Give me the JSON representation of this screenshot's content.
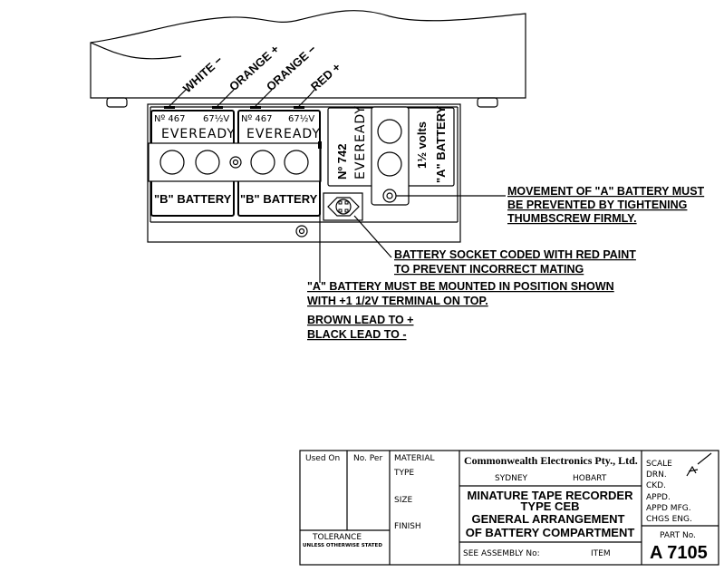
{
  "wire_labels": {
    "white": "WHITE −",
    "orange_plus": "ORANGE +",
    "orange_minus": "ORANGE −",
    "red": "RED +"
  },
  "b_battery": {
    "number": "Nº 467",
    "voltage": "67½V",
    "brand": "EVEREADY",
    "label": "\"B\" BATTERY"
  },
  "a_battery": {
    "number": "Nº 742",
    "brand": "EVEREADY",
    "voltage": "1½ volts",
    "label": "\"A\" BATTERY"
  },
  "notes": {
    "movement": [
      "MOVEMENT OF \"A\" BATTERY MUST",
      "BE PREVENTED BY TIGHTENING",
      "THUMBSCREW FIRMLY."
    ],
    "socket": [
      "BATTERY SOCKET CODED WITH RED PAINT",
      "TO PREVENT INCORRECT MATING"
    ],
    "mounting": [
      "\"A\" BATTERY MUST BE MOUNTED IN POSITION SHOWN",
      "WITH  +1 1/2V  TERMINAL ON TOP."
    ],
    "leads": [
      "BROWN LEAD TO  +",
      "BLACK LEAD TO  -"
    ]
  },
  "title_block": {
    "used_on": "Used On",
    "no_per": "No. Per",
    "material": "MATERIAL",
    "type": "TYPE",
    "size": "SIZE",
    "finish": "FINISH",
    "tolerance": "TOLERANCE",
    "tolerance_note": "UNLESS OTHERWISE STATED",
    "company": "Commonwealth Electronics Pty., Ltd.",
    "city1": "SYDNEY",
    "city2": "HOBART",
    "title": [
      "MINATURE TAPE RECORDER",
      "TYPE  CEB",
      "GENERAL ARRANGEMENT",
      "OF BATTERY COMPARTMENT"
    ],
    "see_assembly": "SEE ASSEMBLY No:",
    "item": "ITEM",
    "scale": "SCALE",
    "drn": "DRN.",
    "ckd": "CKD.",
    "appd": "APPD.",
    "appd_mfg": "APPD MFG.",
    "chgs_eng": "CHGS  ENG.",
    "part_no_label": "PART No.",
    "part_no": "A 7105"
  }
}
